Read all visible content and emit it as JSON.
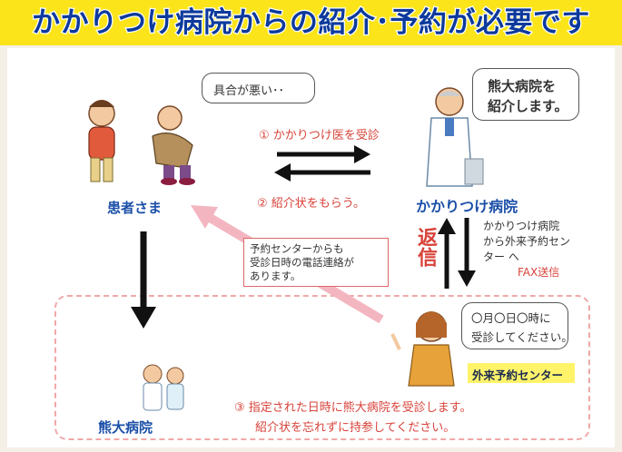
{
  "title": "かかりつけ病院からの紹介･予約が必要です",
  "patient": {
    "label": "患者さま",
    "speech": "具合が悪い･･"
  },
  "clinic": {
    "label": "かかりつけ病院",
    "speech_line1": "熊大病院を",
    "speech_line2": "紹介します。"
  },
  "steps": {
    "step1": "① かかりつけ医を受診",
    "step2": "② 紹介状をもらう。",
    "step3_line1": "③ 指定された日時に熊大病院を受診します。",
    "step3_line2": "紹介状を忘れずに持参してください。"
  },
  "reply_label": "返信",
  "fax": {
    "line1": "かかりつけ病院",
    "line2": "から外来予約セン",
    "line3": "ター へ",
    "fax_label": "FAX送信"
  },
  "reservation_notice": {
    "line1": "予約センターからも",
    "line2": "受診日時の電話連絡が",
    "line3": "あります。"
  },
  "center": {
    "label": "外来予約センター",
    "speech_line1": "〇月〇日〇時に",
    "speech_line2": "受診してください。"
  },
  "hospital_label": "熊大病院",
  "colors": {
    "banner": "#fbe51a",
    "title_text": "#0d3a9c",
    "label_blue": "#1b4fa8",
    "step_red": "#d8433a",
    "dashed_border": "#f0a8a8"
  }
}
